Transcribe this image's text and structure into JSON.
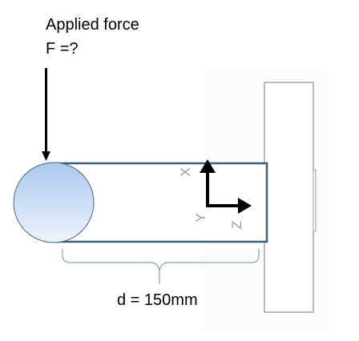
{
  "force": {
    "title": "Applied force",
    "value": "F =?"
  },
  "dimension": {
    "label": "d = 150mm"
  },
  "axes": {
    "x_label": "X",
    "y_label": "Y",
    "z_label": "Z"
  },
  "colors": {
    "beam_outline": "#3a5f7a",
    "wall_outline": "#7a7a7a",
    "brace": "#7fa4c8",
    "circle_top": "#a9c9ee",
    "circle_bottom": "#eef4fc",
    "axis_label": "#9a9a9a"
  }
}
